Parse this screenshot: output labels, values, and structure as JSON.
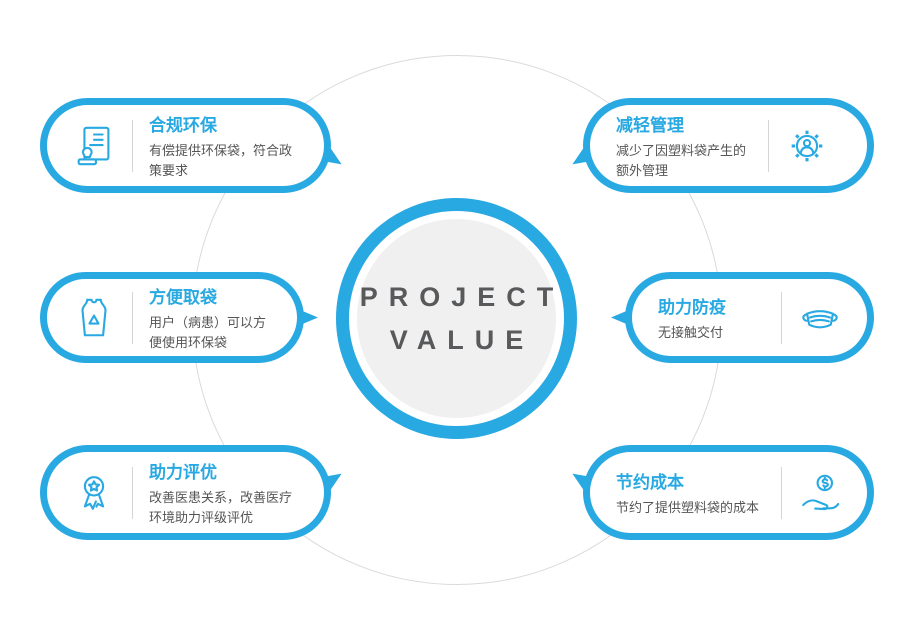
{
  "colors": {
    "accent": "#29a9e2",
    "center_fill": "#f0f0f1",
    "heading": "#58595b",
    "body": "#555555"
  },
  "center": {
    "word1": "PROJECT",
    "word2": "VALUE"
  },
  "cards": [
    {
      "title": "合规环保",
      "desc": "有偿提供环保袋，符合政策要求",
      "icon": "stamp-certificate-icon",
      "side": "left"
    },
    {
      "title": "方便取袋",
      "desc": "用户（病患）可以方便使用环保袋",
      "icon": "recycle-bag-icon",
      "side": "left"
    },
    {
      "title": "助力评优",
      "desc": "改善医患关系，改善医疗环境助力评级评优",
      "icon": "award-ribbon-icon",
      "side": "left"
    },
    {
      "title": "减轻管理",
      "desc": "减少了因塑料袋产生的额外管理",
      "icon": "gear-user-icon",
      "side": "right"
    },
    {
      "title": "助力防疫",
      "desc": "无接触交付",
      "icon": "face-mask-icon",
      "side": "right"
    },
    {
      "title": "节约成本",
      "desc": "节约了提供塑料袋的成本",
      "icon": "hand-coin-icon",
      "side": "right"
    }
  ]
}
